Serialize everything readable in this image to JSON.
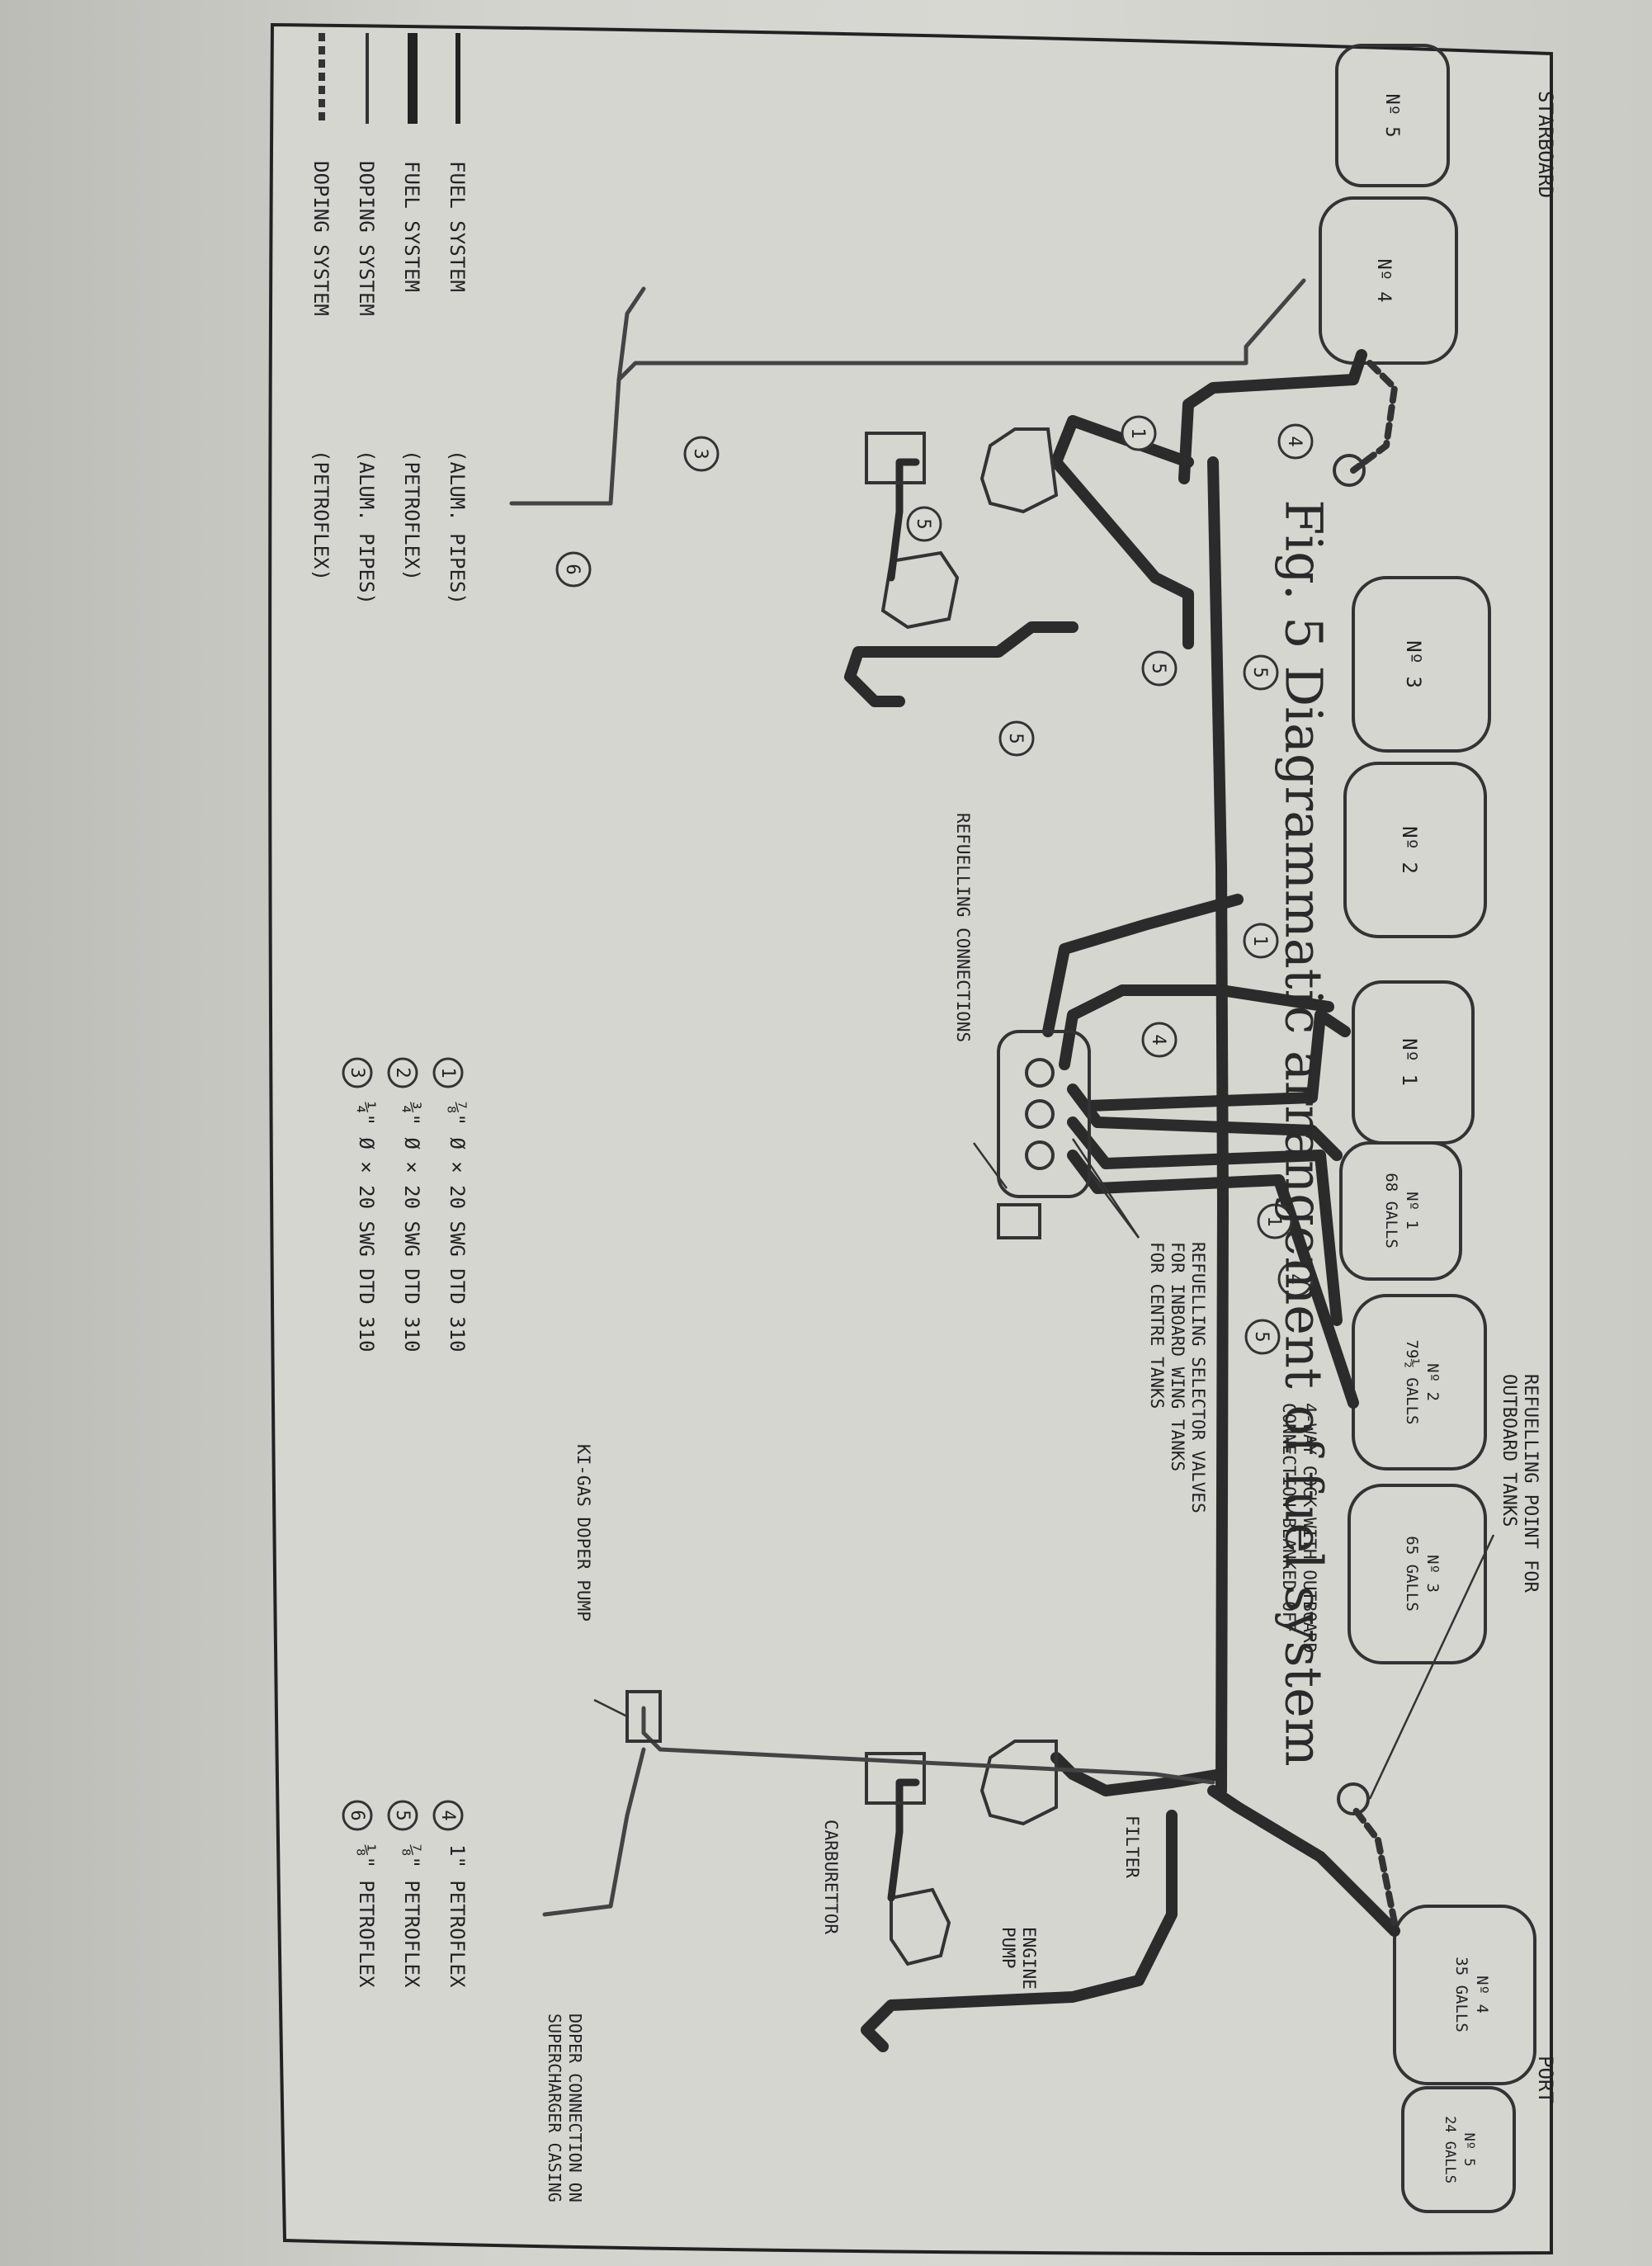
{
  "caption": "Fig. 5 Diagrammatic arrangement of fuel system",
  "sides": {
    "starboard": "STARBOARD",
    "port": "PORT"
  },
  "starboard_tanks": [
    "Nº 5",
    "Nº 4",
    "Nº 3",
    "Nº 2",
    "Nº 1"
  ],
  "port_tanks": [
    {
      "number": "Nº 1",
      "capacity": "68 GALLS"
    },
    {
      "number": "Nº 2",
      "capacity": "79½ GALLS"
    },
    {
      "number": "Nº 3",
      "capacity": "65 GALLS"
    },
    {
      "number": "Nº 4",
      "capacity": "35 GALLS"
    },
    {
      "number": "Nº 5",
      "capacity": "24 GALLS"
    }
  ],
  "callouts": {
    "refuelling_point": [
      "REFUELLING POINT FOR",
      "OUTBOARD TANKS"
    ],
    "four_way_cock": [
      "4-WAY COCK WITH OUTBOARD",
      "CONNECTION BLANKED OFF"
    ],
    "selector_valves": [
      "REFUELLING SELECTOR VALVES",
      "FOR INBOARD WING TANKS",
      "FOR CENTRE TANKS"
    ],
    "refuelling_connections": "REFUELLING CONNECTIONS",
    "kigas_pump": "KI-GAS DOPER PUMP",
    "filter": "FILTER",
    "carburettor": "CARBURETTOR",
    "engine_pump": [
      "ENGINE",
      "PUMP"
    ],
    "doper_connection": [
      "DOPER CONNECTION ON",
      "SUPERCHARGER CASING"
    ]
  },
  "pipe_numbers": [
    "1",
    "2",
    "3",
    "4",
    "5",
    "6"
  ],
  "legend": [
    {
      "name": "FUEL SYSTEM",
      "material": "(ALUM. PIPES)"
    },
    {
      "name": "FUEL SYSTEM",
      "material": "(PETROFLEX)"
    },
    {
      "name": "DOPING SYSTEM",
      "material": "(ALUM. PIPES)"
    },
    {
      "name": "DOPING SYSTEM",
      "material": "(PETROFLEX)"
    }
  ],
  "pipe_specs": [
    {
      "num": "1",
      "spec": "⅞\" Ø × 20 SWG DTD 310"
    },
    {
      "num": "2",
      "spec": "¾\" Ø × 20 SWG DTD 310"
    },
    {
      "num": "3",
      "spec": "¼\" Ø × 20 SWG DTD 310"
    },
    {
      "num": "4",
      "spec": "1\" PETROFLEX"
    },
    {
      "num": "5",
      "spec": "⅞\" PETROFLEX"
    },
    {
      "num": "6",
      "spec": "⅛\" PETROFLEX"
    }
  ]
}
